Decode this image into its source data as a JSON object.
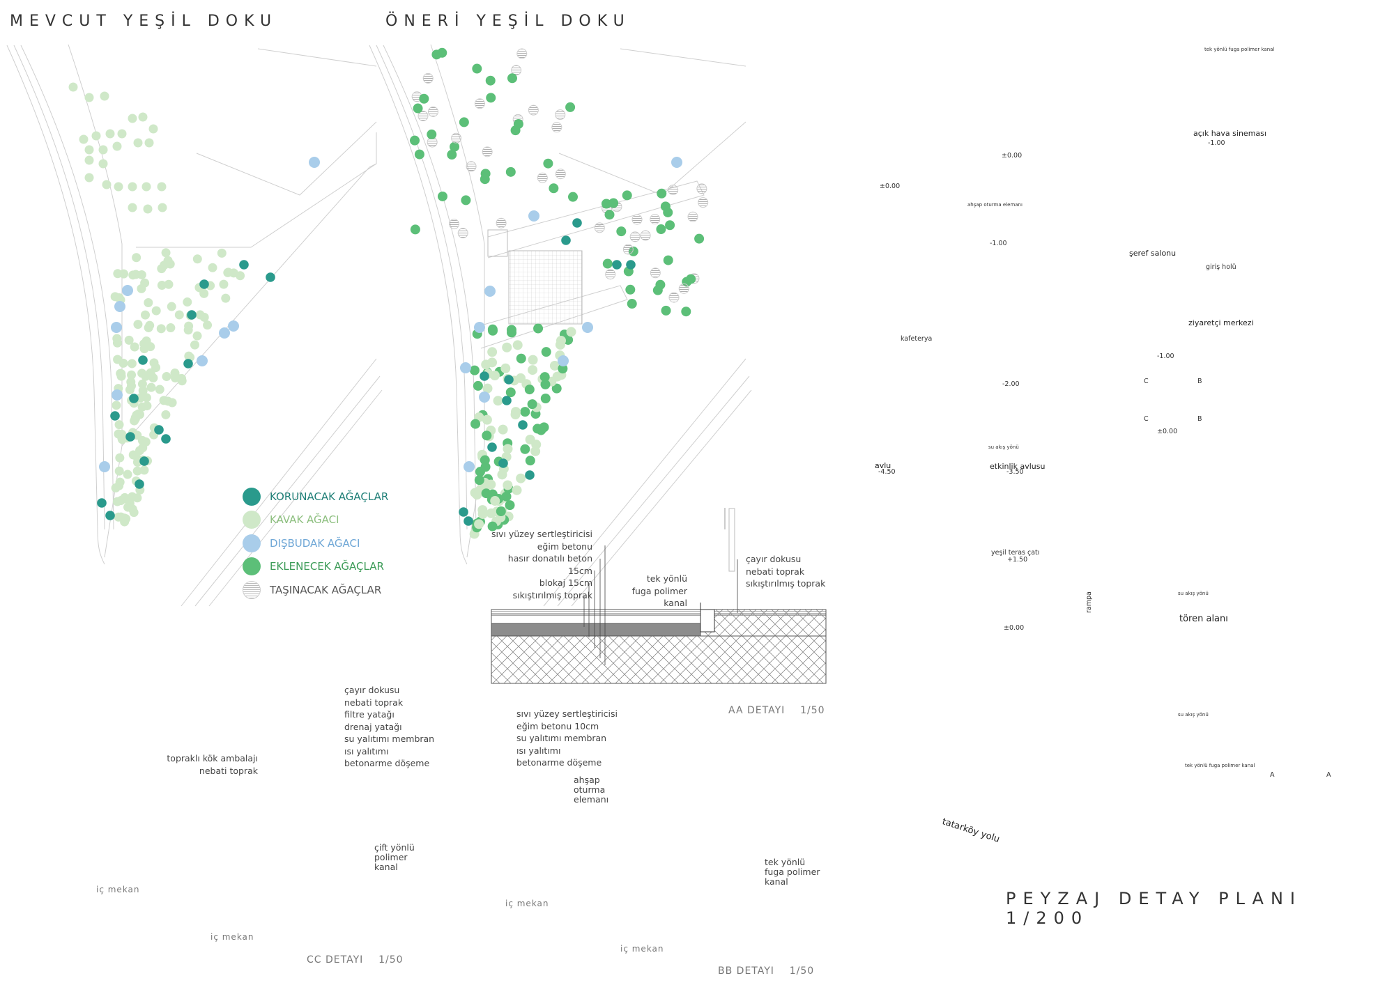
{
  "titles": {
    "mevcut": "MEVCUT YEŞİL DOKU",
    "oneri": "ÖNERİ YEŞİL DOKU",
    "peyzaj": "PEYZAJ DETAY PLANI 1/200"
  },
  "legend": [
    {
      "label": "KORUNACAK AĞAÇLAR",
      "color": "#2a9a8c",
      "text_color": "#1f7f77"
    },
    {
      "label": "KAVAK AĞACI",
      "color": "#cfe8c8",
      "text_color": "#8dbf7f"
    },
    {
      "label": "DIŞBUDAK  AĞACI",
      "color": "#a9cdea",
      "text_color": "#6fa7d6"
    },
    {
      "label": "EKLENECEK AĞAÇLAR",
      "color": "#5cbf78",
      "text_color": "#3c9b57"
    },
    {
      "label": "TAŞINACAK AĞAÇLAR",
      "color": "#cccccc",
      "text_color": "#555555",
      "hatched": true
    }
  ],
  "details": {
    "aa": {
      "title": "AA DETAYI",
      "scale": "1/50",
      "left_layers": [
        "sıvı yüzey sertleştiricisi",
        "eğim betonu",
        "hasır donatılı beton 15cm",
        "blokaj 15cm",
        "sıkıştırılmış toprak"
      ],
      "right_layers": [
        "çayır dokusu",
        "nebati toprak",
        "sıkıştırılmış toprak"
      ],
      "kanal": "tek yönlü\nfuga polimer kanal"
    },
    "bb": {
      "title": "BB DETAYI",
      "scale": "1/50",
      "layers": [
        "sıvı yüzey sertleştiricisi",
        "eğim betonu 10cm",
        "su yalıtımı membran",
        "ısı yalıtımı",
        "betonarme döşeme"
      ],
      "ahsap": "ahşap\noturma\nelemanı",
      "kanal": "tek yönlü\nfuga polimer\nkanal",
      "ic_mekan_1": "iç mekan",
      "ic_mekan_2": "iç mekan"
    },
    "cc": {
      "title": "CC DETAYI",
      "scale": "1/50",
      "layers": [
        "çayır dokusu",
        "nebati toprak",
        "filtre yatağı",
        "drenaj yatağı",
        "su yalıtımı membran",
        "ısı yalıtımı",
        "betonarme döşeme"
      ],
      "root": "topraklı kök ambalajı",
      "soil": "nebati toprak",
      "kanal": "çift yönlü\npolimer\nkanal",
      "ic_mekan_1": "iç mekan",
      "ic_mekan_2": "iç mekan"
    }
  },
  "plan": {
    "labels": {
      "acik_hava": "açık hava sineması",
      "seref": "şeref salonu",
      "giris": "giriş holü",
      "ziyaretci": "ziyaretçi merkezi",
      "kafeterya": "kafeterya",
      "avlu": "avlu",
      "etkinlik": "etkinlik avlusu",
      "yesil_teras": "yeşil teras çatı",
      "toren": "tören alanı",
      "rampa": "rampa",
      "tatarkoy": "tatarköy yolu",
      "pm000a": "±0.00",
      "pm000b": "±0.00",
      "pm000c": "±0.00",
      "pm000d": "±0.00",
      "m100a": "-1.00",
      "m100b": "-1.00",
      "m100c": "-1.00",
      "m200": "-2.00",
      "m450": "-4.50",
      "m350": "-3.50",
      "p150": "+1.50",
      "tek_yonlu": "tek yönlü fuga polimer kanal",
      "su_akis": "su akış yönü",
      "ahsap_oturma": "ahşap oturma elemanı",
      "A1": "A",
      "A2": "A",
      "B1": "B",
      "B2": "B",
      "C1": "C",
      "C2": "C"
    }
  }
}
